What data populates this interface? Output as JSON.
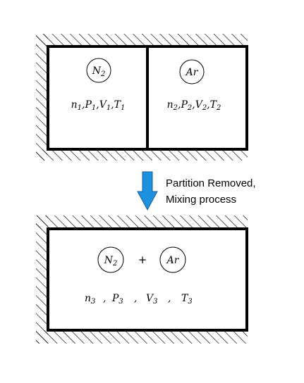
{
  "before": {
    "left_gas_symbol": {
      "base": "N",
      "sub": "2"
    },
    "right_gas_symbol": {
      "base": "Ar",
      "sub": ""
    },
    "left_state": [
      {
        "base": "n",
        "sub": "1"
      },
      {
        "base": "P",
        "sub": "1"
      },
      {
        "base": "V",
        "sub": "1"
      },
      {
        "base": "T",
        "sub": "1"
      }
    ],
    "right_state": [
      {
        "base": "n",
        "sub": "2"
      },
      {
        "base": "P",
        "sub": "2"
      },
      {
        "base": "V",
        "sub": "2"
      },
      {
        "base": "T",
        "sub": "2"
      }
    ],
    "separator": ","
  },
  "process": {
    "line1": "Partition Removed,",
    "line2": "Mixing process",
    "arrow_color": "#1e90e0",
    "arrow_stroke": "#1a5f99"
  },
  "after": {
    "gas_a": {
      "base": "N",
      "sub": "2"
    },
    "plus": "+",
    "gas_b": {
      "base": "Ar",
      "sub": ""
    },
    "state": [
      {
        "base": "n",
        "sub": "3"
      },
      {
        "base": "P",
        "sub": "3"
      },
      {
        "base": "V",
        "sub": "3"
      },
      {
        "base": "T",
        "sub": "3"
      }
    ],
    "separator": ","
  }
}
